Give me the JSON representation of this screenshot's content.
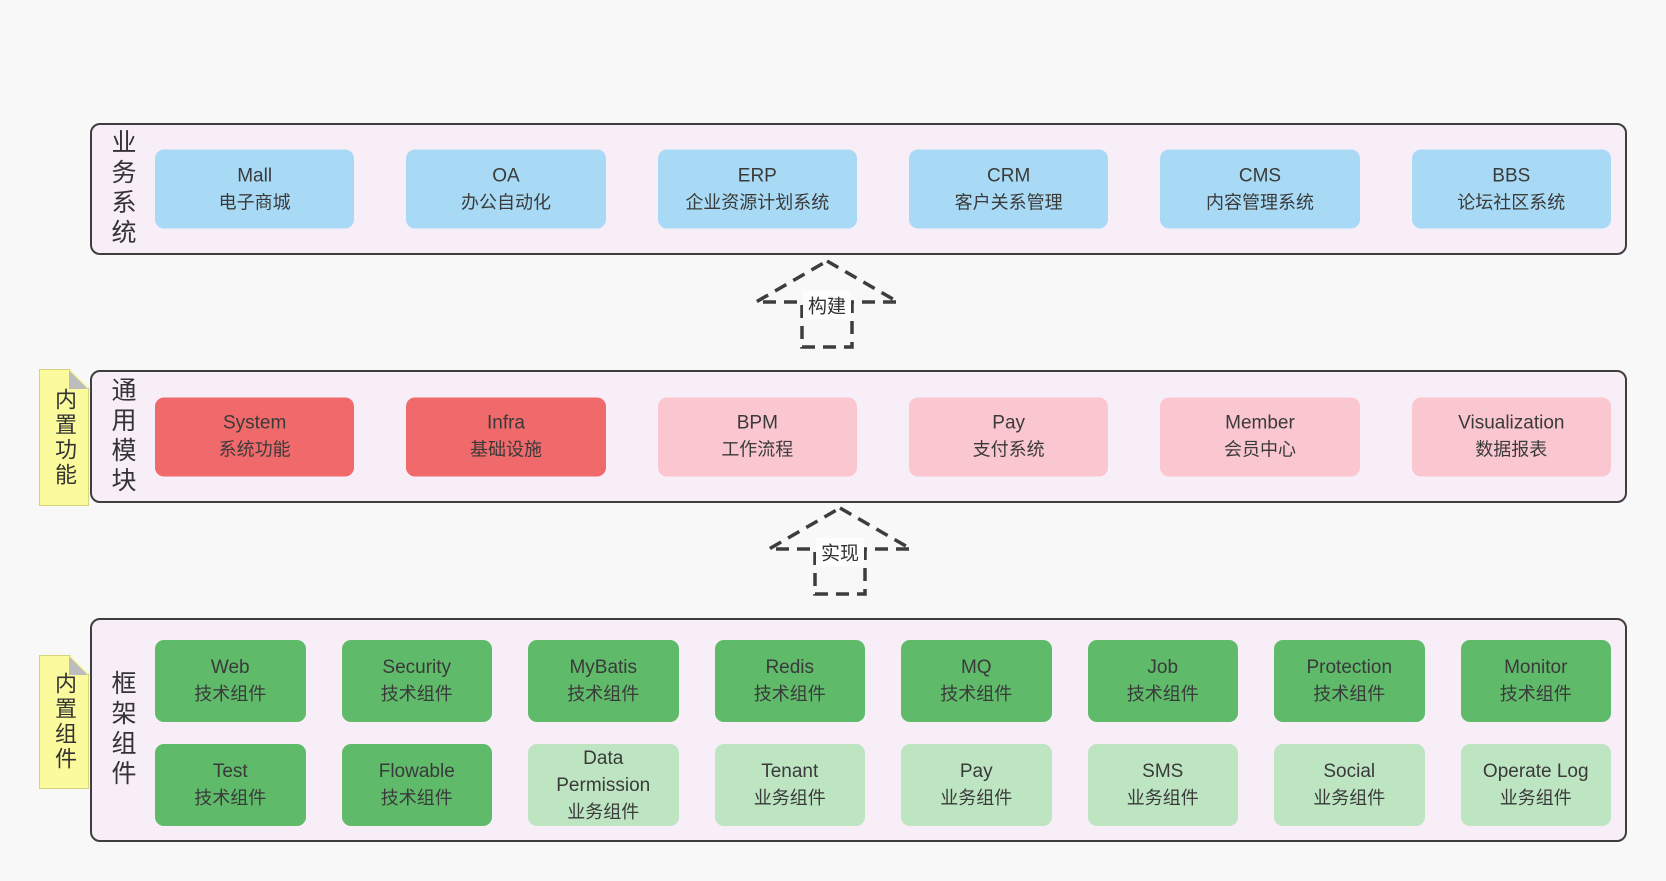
{
  "colors": {
    "blue": "#a9daf5",
    "red": "#f0696b",
    "pink": "#fac7d1",
    "green": "#5fba6a",
    "light_green": "#bde5c2",
    "note_yellow": "#fbfb9d",
    "panel_fill": "#f8eef8",
    "panel_border": "#3e3e3e",
    "page_bg": "#f8f8f8",
    "text": "#3a3a3a"
  },
  "arrows": [
    {
      "label": "构建"
    },
    {
      "label": "实现"
    }
  ],
  "sections": [
    {
      "label": "业务系统",
      "boxes": [
        {
          "name": "Mall",
          "desc": "电子商城",
          "variant": "blue"
        },
        {
          "name": "OA",
          "desc": "办公自动化",
          "variant": "blue"
        },
        {
          "name": "ERP",
          "desc": "企业资源计划系统",
          "variant": "blue"
        },
        {
          "name": "CRM",
          "desc": "客户关系管理",
          "variant": "blue"
        },
        {
          "name": "CMS",
          "desc": "内容管理系统",
          "variant": "blue"
        },
        {
          "name": "BBS",
          "desc": "论坛社区系统",
          "variant": "blue"
        }
      ]
    },
    {
      "label": "通用模块",
      "note": "内置功能",
      "boxes": [
        {
          "name": "System",
          "desc": "系统功能",
          "variant": "red"
        },
        {
          "name": "Infra",
          "desc": "基础设施",
          "variant": "red"
        },
        {
          "name": "BPM",
          "desc": "工作流程",
          "variant": "pink"
        },
        {
          "name": "Pay",
          "desc": "支付系统",
          "variant": "pink"
        },
        {
          "name": "Member",
          "desc": "会员中心",
          "variant": "pink"
        },
        {
          "name": "Visualization",
          "desc": "数据报表",
          "variant": "pink"
        }
      ]
    },
    {
      "label": "框架组件",
      "note": "内置组件",
      "rows": [
        [
          {
            "name": "Web",
            "desc": "技术组件",
            "variant": "green"
          },
          {
            "name": "Security",
            "desc": "技术组件",
            "variant": "green"
          },
          {
            "name": "MyBatis",
            "desc": "技术组件",
            "variant": "green"
          },
          {
            "name": "Redis",
            "desc": "技术组件",
            "variant": "green"
          },
          {
            "name": "MQ",
            "desc": "技术组件",
            "variant": "green"
          },
          {
            "name": "Job",
            "desc": "技术组件",
            "variant": "green"
          },
          {
            "name": "Protection",
            "desc": "技术组件",
            "variant": "green"
          },
          {
            "name": "Monitor",
            "desc": "技术组件",
            "variant": "green"
          }
        ],
        [
          {
            "name": "Test",
            "desc": "技术组件",
            "variant": "green"
          },
          {
            "name": "Flowable",
            "desc": "技术组件",
            "variant": "green"
          },
          {
            "name": "Data Permission",
            "desc": "业务组件",
            "variant": "light_green"
          },
          {
            "name": "Tenant",
            "desc": "业务组件",
            "variant": "light_green"
          },
          {
            "name": "Pay",
            "desc": "业务组件",
            "variant": "light_green"
          },
          {
            "name": "SMS",
            "desc": "业务组件",
            "variant": "light_green"
          },
          {
            "name": "Social",
            "desc": "业务组件",
            "variant": "light_green"
          },
          {
            "name": "Operate Log",
            "desc": "业务组件",
            "variant": "light_green"
          }
        ]
      ]
    }
  ]
}
